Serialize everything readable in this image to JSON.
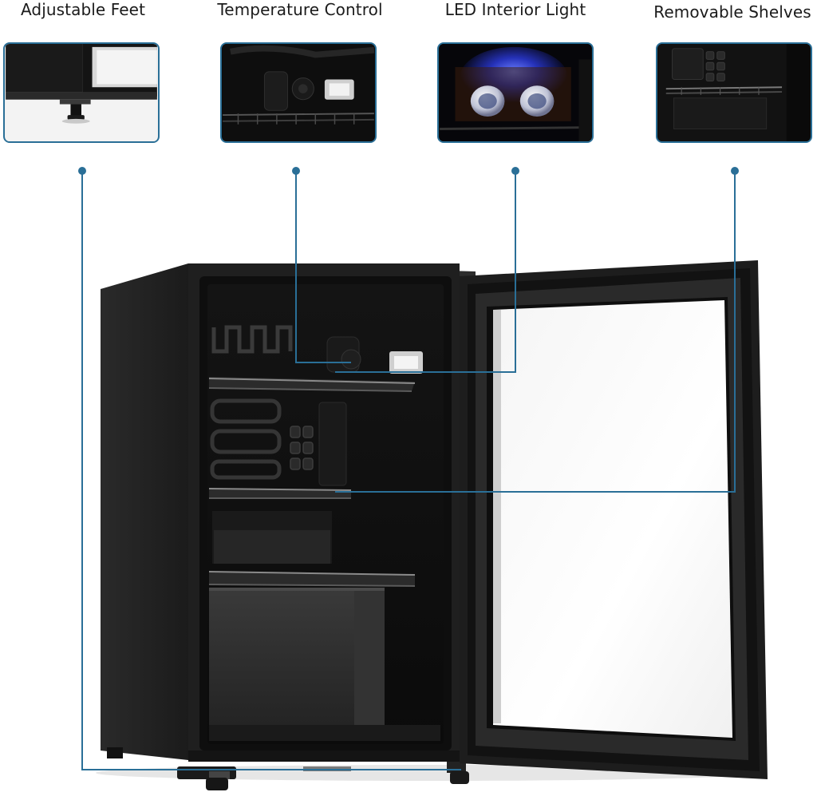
{
  "features": [
    {
      "label": "Adjustable Feet",
      "icon": "adjustable-feet-thumbnail"
    },
    {
      "label": "Temperature Control",
      "icon": "temperature-control-thumbnail"
    },
    {
      "label": "LED Interior Light",
      "icon": "led-light-thumbnail"
    },
    {
      "label": "Removable Shelves",
      "icon": "removable-shelves-thumbnail"
    }
  ],
  "colors": {
    "callout_line": "#2a6f97",
    "frame_border": "#2a6f97",
    "fridge_body": "#1c1c1c",
    "led_glow": "#3a55ff"
  }
}
